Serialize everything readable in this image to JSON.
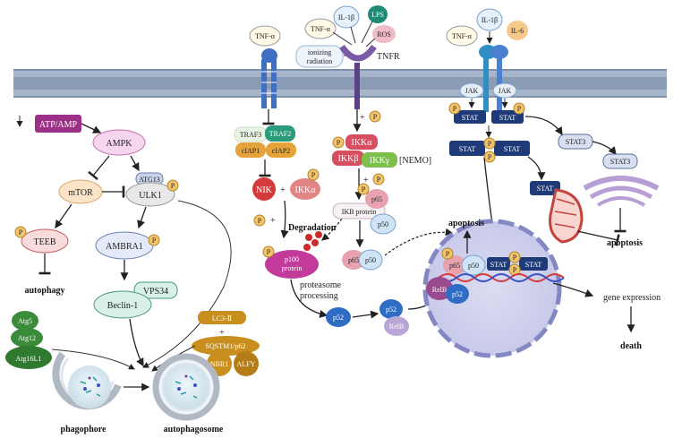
{
  "membrane": {
    "color": "#9fb0c8"
  },
  "pathway_tnf": {
    "tnf_alpha": "TNF-α",
    "traf3": "TRAF3",
    "traf2": "TRAF2",
    "ciap1": "cIAP1",
    "ciap2": "cIAP2",
    "nik": "NIK",
    "plus1": "+",
    "ikka_free": "IKKα",
    "p_label": "P",
    "plus2": "+",
    "degradation": "Degradation",
    "p100": "p100\nprotein",
    "p100_line1": "p100",
    "p100_line2": "protein",
    "proteasome_processing_1": "proteasome",
    "proteasome_processing_2": "processing",
    "p52": "p52",
    "relb": "RelB"
  },
  "pathway_tnfr": {
    "il1b": "IL-1β",
    "lps": "LPS",
    "tnf_alpha": "TNF-α",
    "ros": "ROS",
    "ionizing_1": "ionizing",
    "ionizing_2": "radiation",
    "tnfr": "TNFR",
    "ikka": "IKKα",
    "ikkb": "IKKβ",
    "ikkg": "IKKγ",
    "nemo": "NEMO",
    "ikb": "IKB protein",
    "p65": "p65",
    "p50": "p50"
  },
  "pathway_stat": {
    "tnf_alpha": "TNF-α",
    "il1b": "IL-1β",
    "il6": "IL-6",
    "jak": "JAK",
    "stat": "STAT",
    "stat3": "STAT3",
    "apoptosis": "apoptosis"
  },
  "nucleus": {
    "apoptosis": "apoptosis",
    "p65": "p65",
    "p50": "p50",
    "relb": "RelB",
    "p52": "p52",
    "stat": "STAT",
    "gene_expression": "gene expression",
    "death": "death"
  },
  "autophagy": {
    "atp_amp": "ATP/AMP",
    "ampk": "AMPK",
    "mtor": "mTOR",
    "atg13": "ATG13",
    "ulk1": "ULK1",
    "teeb": "TEEB",
    "autophagy": "autophagy",
    "ambra1": "AMBRA1",
    "vps34": "VPS34",
    "beclin1": "Beclin-1",
    "atg5": "Atg5",
    "atg12": "Atg12",
    "atg16l1": "Atg16L1",
    "lc3": "LC3-Ⅱ",
    "plus": "+",
    "sqstm1": "SQSTM1/p62",
    "nbr1": "NBR1",
    "alfy": "ALFY",
    "phagophore": "phagophore",
    "autophagosome": "autophagosome"
  }
}
